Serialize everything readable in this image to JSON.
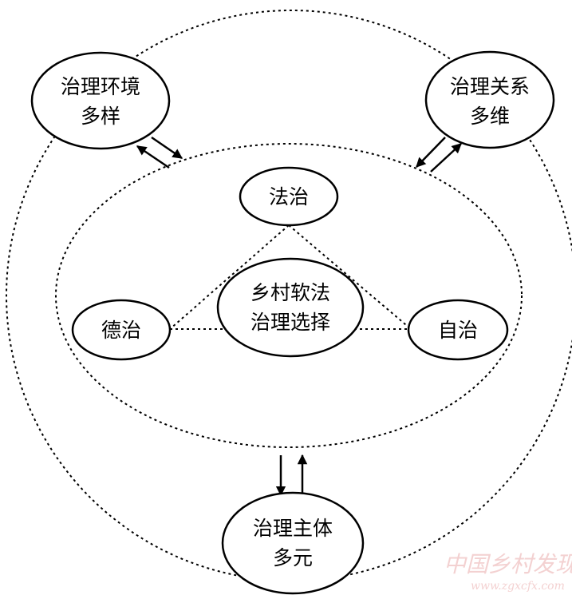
{
  "nodes": {
    "environment": [
      "治理环境",
      "多样"
    ],
    "relations": [
      "治理关系",
      "多维"
    ],
    "subjects": [
      "治理主体",
      "多元"
    ],
    "center": [
      "乡村软法",
      "治理选择"
    ],
    "rule_of_law": [
      "法治"
    ],
    "rule_of_virtue": [
      "德治"
    ],
    "autonomy": [
      "自治"
    ]
  },
  "watermark": {
    "cn": "中国乡村发现网",
    "url": "www.zgxcfx.com"
  }
}
